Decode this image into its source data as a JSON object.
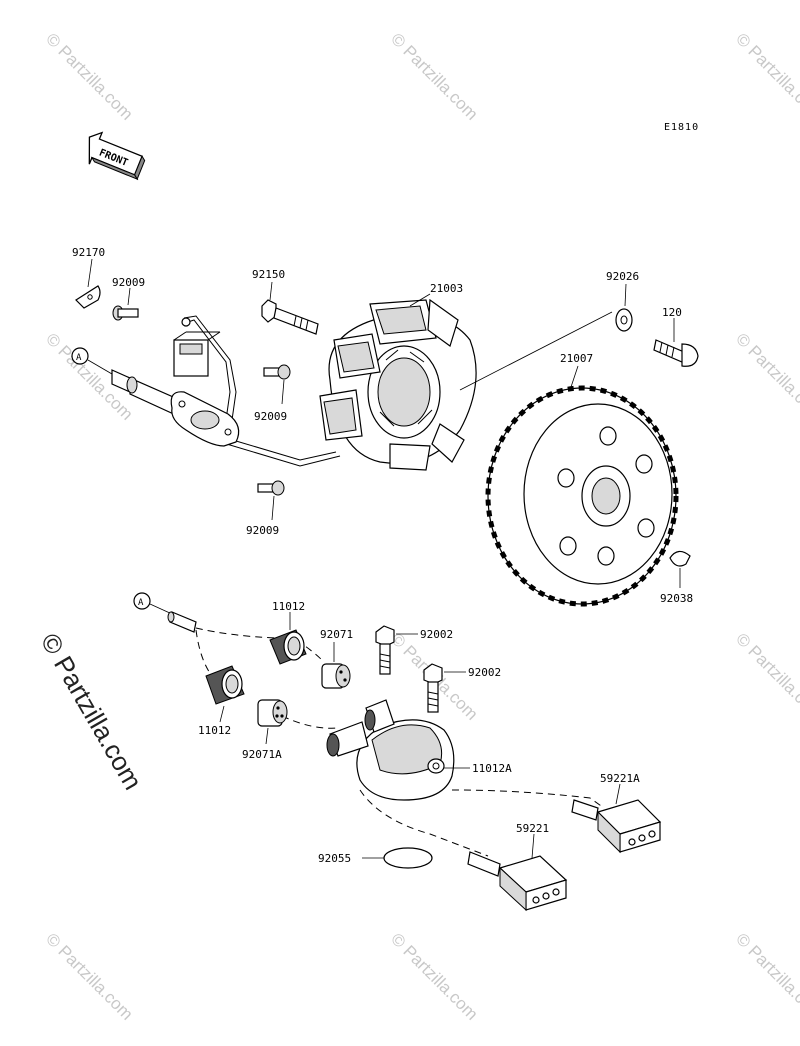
{
  "diagram_code": "E1810",
  "front_label": "FRONT",
  "ref_marker": "A",
  "watermark": "© Partzilla.com",
  "watermark_vertical": "© Partzilla.com",
  "parts": {
    "p92170": "92170",
    "p92009a": "92009",
    "p92150": "92150",
    "p21003": "21003",
    "p92026": "92026",
    "p120": "120",
    "p21007": "21007",
    "p92009b": "92009",
    "p92009c": "92009",
    "p92038": "92038",
    "p11012a": "11012",
    "p92071": "92071",
    "p92002a": "92002",
    "p92002b": "92002",
    "p11012b": "11012",
    "p92071A": "92071A",
    "p11012A": "11012A",
    "p59221A": "59221A",
    "p59221": "59221",
    "p92055": "92055"
  }
}
